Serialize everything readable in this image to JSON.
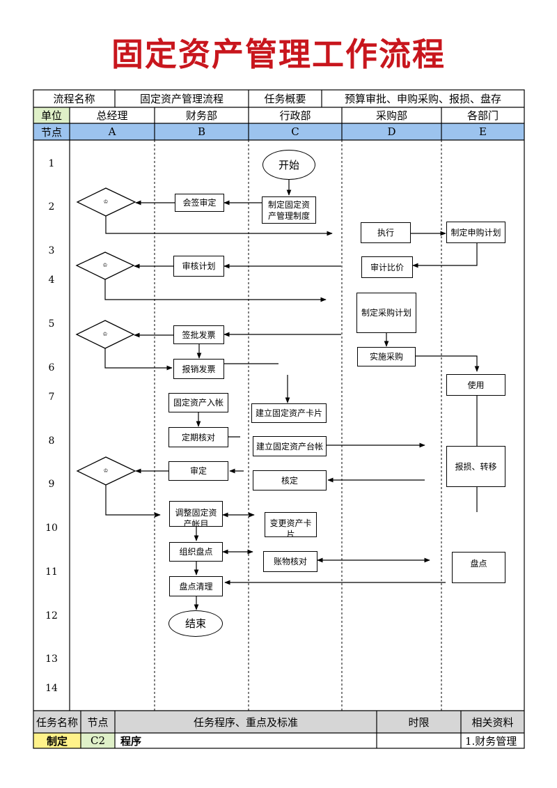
{
  "title": "固定资产管理工作流程",
  "header": {
    "process_name_label": "流程名称",
    "process_name": "固定资产管理流程",
    "task_summary_label": "任务概要",
    "task_summary": "预算审批、申购采购、报损、盘存",
    "unit_label": "单位",
    "units": [
      "总经理",
      "财务部",
      "行政部",
      "采购部",
      "各部门"
    ],
    "node_label": "节点",
    "node_letters": [
      "A",
      "B",
      "C",
      "D",
      "E"
    ]
  },
  "rows": [
    "1",
    "2",
    "3",
    "4",
    "5",
    "6",
    "7",
    "8",
    "9",
    "10",
    "11",
    "12",
    "13",
    "14"
  ],
  "decision_mark": "♔",
  "nodes": {
    "start": "开始",
    "draft_policy": "制定固定资产管理制度",
    "countersign": "会签审定",
    "execute": "执行",
    "draft_request_plan": "制定申购计划",
    "review_plan": "审核计划",
    "audit_price": "审计比价",
    "make_purchase_plan": "制定采购计划",
    "approve_invoice": "签批发票",
    "implement_purchase": "实施采购",
    "reimburse_invoice": "报销发票",
    "use": "使用",
    "asset_entry": "固定资产入帐",
    "create_asset_card": "建立固定资产卡片",
    "periodic_check": "定期核对",
    "create_asset_ledger": "建立固定资产台帐",
    "damage_transfer": "报损、转移",
    "approve": "审定",
    "verify": "核定",
    "adjust_asset": "调整固定资产帐目",
    "change_asset": "变更资产卡片",
    "organize_inventory": "组织盘点",
    "account_check": "账物核对",
    "inventory": "盘点",
    "inventory_clear": "盘点清理",
    "end": "结束"
  },
  "footer": {
    "task_name_label": "任务名称",
    "node_label": "节点",
    "procedure_label": "任务程序、重点及标准",
    "deadline_label": "时限",
    "related_label": "相关资料",
    "task_name": "制定",
    "node": "C2",
    "procedure": "程序",
    "deadline": "",
    "related": "1.财务管理"
  },
  "colors": {
    "title": "#c8161d",
    "unit_row": "#dff0c8",
    "node_row": "#9cc3ee",
    "footer_header": "#d6d6d6",
    "footer_task": "#fff28a",
    "footer_node": "#dff0c8"
  }
}
